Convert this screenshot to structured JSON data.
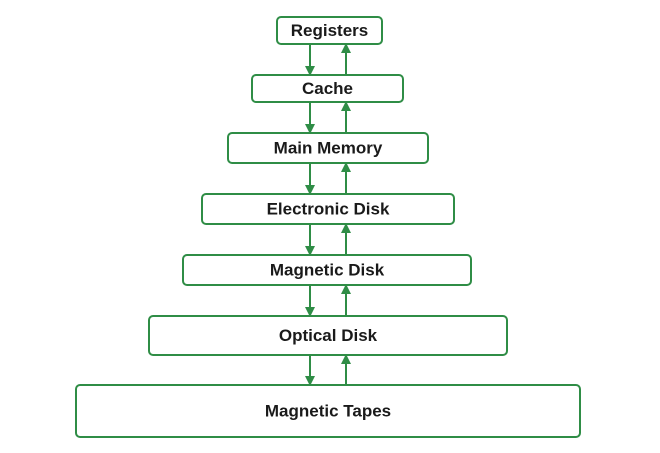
{
  "diagram": {
    "levels": [
      {
        "label": "Registers"
      },
      {
        "label": "Cache"
      },
      {
        "label": "Main Memory"
      },
      {
        "label": "Electronic Disk"
      },
      {
        "label": "Magnetic Disk"
      },
      {
        "label": "Optical Disk"
      },
      {
        "label": "Magnetic Tapes"
      }
    ]
  },
  "colors": {
    "accent": "#2f8d46",
    "text": "#1a1a1a",
    "background": "#ffffff"
  }
}
